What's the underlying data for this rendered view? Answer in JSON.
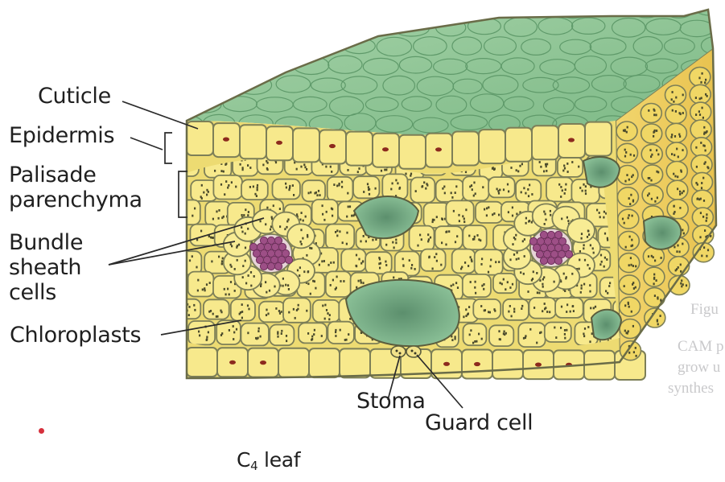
{
  "figure": {
    "labels": {
      "cuticle": "Cuticle",
      "epidermis": "Epidermis",
      "palisade_1": "Palisade",
      "palisade_2": "parenchyma",
      "bundle_1": "Bundle",
      "bundle_2": "sheath",
      "bundle_3": "cells",
      "chloroplasts": "Chloroplasts",
      "stoma": "Stoma",
      "guard_cell": "Guard cell"
    },
    "caption_main": "C",
    "caption_sub": "4",
    "caption_rest": " leaf",
    "colors": {
      "leaf_top": "#8fc596",
      "cell_fill": "#f7e98c",
      "cell_wall": "#7d7f57",
      "nucleus": "#8c2a1e",
      "vascular": "#9d4f86",
      "air_space": "#86b894"
    }
  },
  "background_text": {
    "line1": "Figu",
    "line2": "CAM p",
    "line3": "grow u",
    "line4": "synthes"
  }
}
